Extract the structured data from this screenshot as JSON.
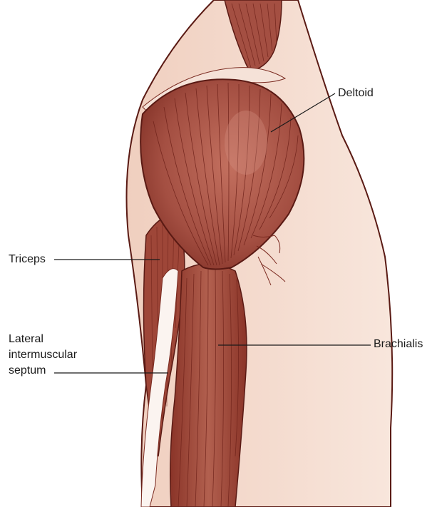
{
  "labels": {
    "deltoid": "Deltoid",
    "triceps": "Triceps",
    "septum_line1": "Lateral",
    "septum_line2": "intermuscular",
    "septum_line3": "septum",
    "brachialis": "Brachialis"
  },
  "colors": {
    "skin": "#f4dccf",
    "muscle": "#a44f42",
    "muscle_dark": "#6e2119",
    "muscle_light": "#c77b6a",
    "outline": "#5a1a14",
    "septum": "#fbf4f0",
    "text": "#1a1a1a"
  }
}
